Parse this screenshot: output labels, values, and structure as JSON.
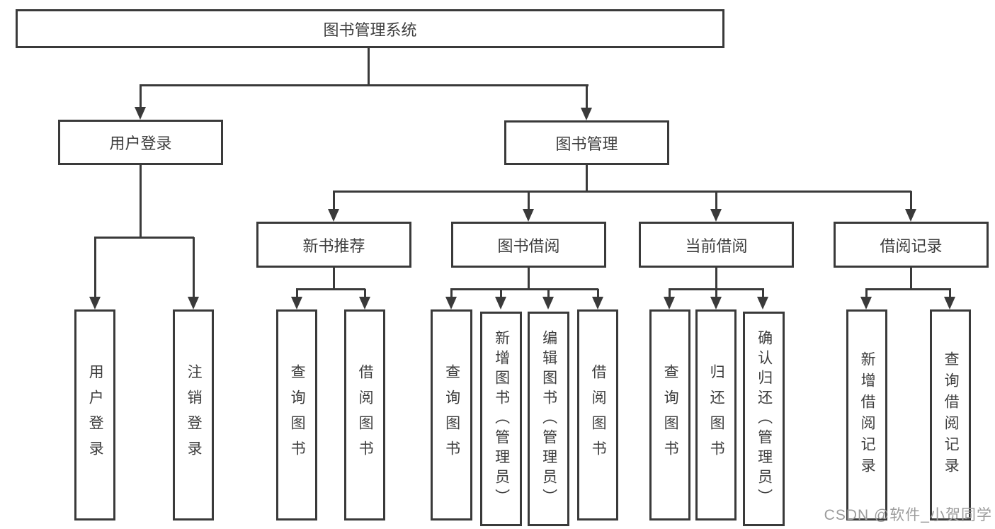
{
  "diagram": {
    "root": {
      "label": "图书管理系统"
    },
    "level2": [
      {
        "label": "用户登录"
      },
      {
        "label": "图书管理"
      }
    ],
    "level3": [
      {
        "label": "新书推荐"
      },
      {
        "label": "图书借阅"
      },
      {
        "label": "当前借阅"
      },
      {
        "label": "借阅记录"
      }
    ],
    "leaves": {
      "user_login": [
        {
          "label": "用户登录"
        },
        {
          "label": "注销登录"
        }
      ],
      "new_book": [
        {
          "label": "查询图书"
        },
        {
          "label": "借阅图书"
        }
      ],
      "book_borrow": [
        {
          "label": "查询图书"
        },
        {
          "label": "新增图书（管理员）"
        },
        {
          "label": "编辑图书（管理员）"
        },
        {
          "label": "借阅图书"
        }
      ],
      "current_borrow": [
        {
          "label": "查询图书"
        },
        {
          "label": "归还图书"
        },
        {
          "label": "确认归还（管理员）"
        }
      ],
      "records": [
        {
          "label": "新增借阅记录"
        },
        {
          "label": "查询借阅记录"
        }
      ]
    }
  },
  "watermark": {
    "text": "CSDN @软件_小贺同学"
  },
  "colors": {
    "line": "#3a3a3a",
    "text": "#3d3d3d",
    "background": "#ffffff",
    "watermark": "#9c9c9c"
  }
}
